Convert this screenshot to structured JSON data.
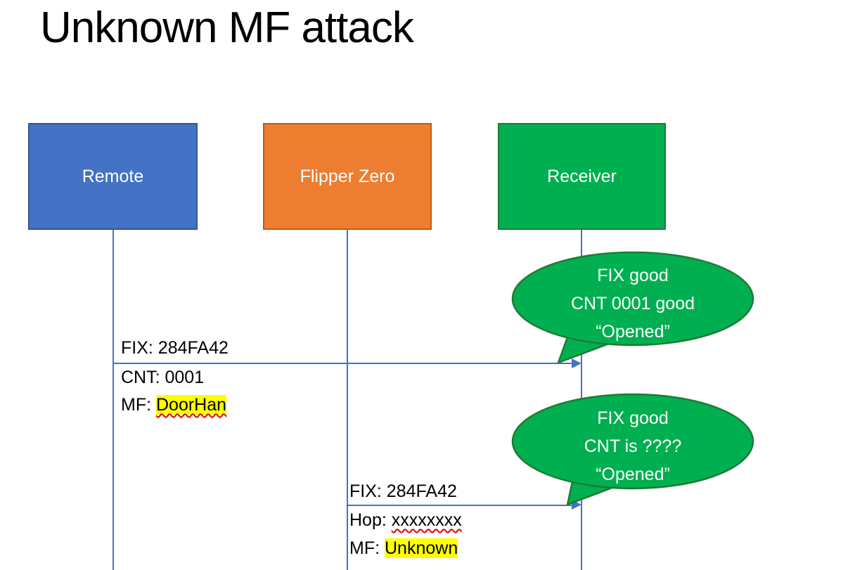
{
  "title": "Unknown MF attack",
  "colors": {
    "line": "#4472C4",
    "highlight": "#FFFF00",
    "misspell_underline": "#E00000",
    "bubble_fill": "#00B050",
    "bubble_border": "#1E7B34"
  },
  "actors": [
    {
      "label": "Remote",
      "fill": "#4472C4",
      "border": "#2F5597"
    },
    {
      "label": "Flipper Zero",
      "fill": "#ED7D31",
      "border": "#C55A11"
    },
    {
      "label": "Receiver",
      "fill": "#00B050",
      "border": "#1E7B34"
    }
  ],
  "messages": [
    {
      "from": "Remote",
      "to": "Receiver",
      "lines": [
        {
          "prefix": "FIX: ",
          "value": "284FA42"
        },
        {
          "prefix": "CNT: ",
          "value": "0001"
        },
        {
          "prefix": "MF: ",
          "value": "DoorHan"
        }
      ]
    },
    {
      "from": "Flipper Zero",
      "to": "Receiver",
      "lines": [
        {
          "prefix": "FIX: ",
          "value": "284FA42"
        },
        {
          "prefix": "Hop: ",
          "value": "xxxxxxxx"
        },
        {
          "prefix": "MF: ",
          "value": "Unknown"
        }
      ]
    }
  ],
  "callouts": [
    {
      "lines": [
        "FIX good",
        "CNT 0001 good",
        "“Opened”"
      ]
    },
    {
      "lines": [
        "FIX good",
        "CNT is ????",
        "“Opened”"
      ]
    }
  ]
}
